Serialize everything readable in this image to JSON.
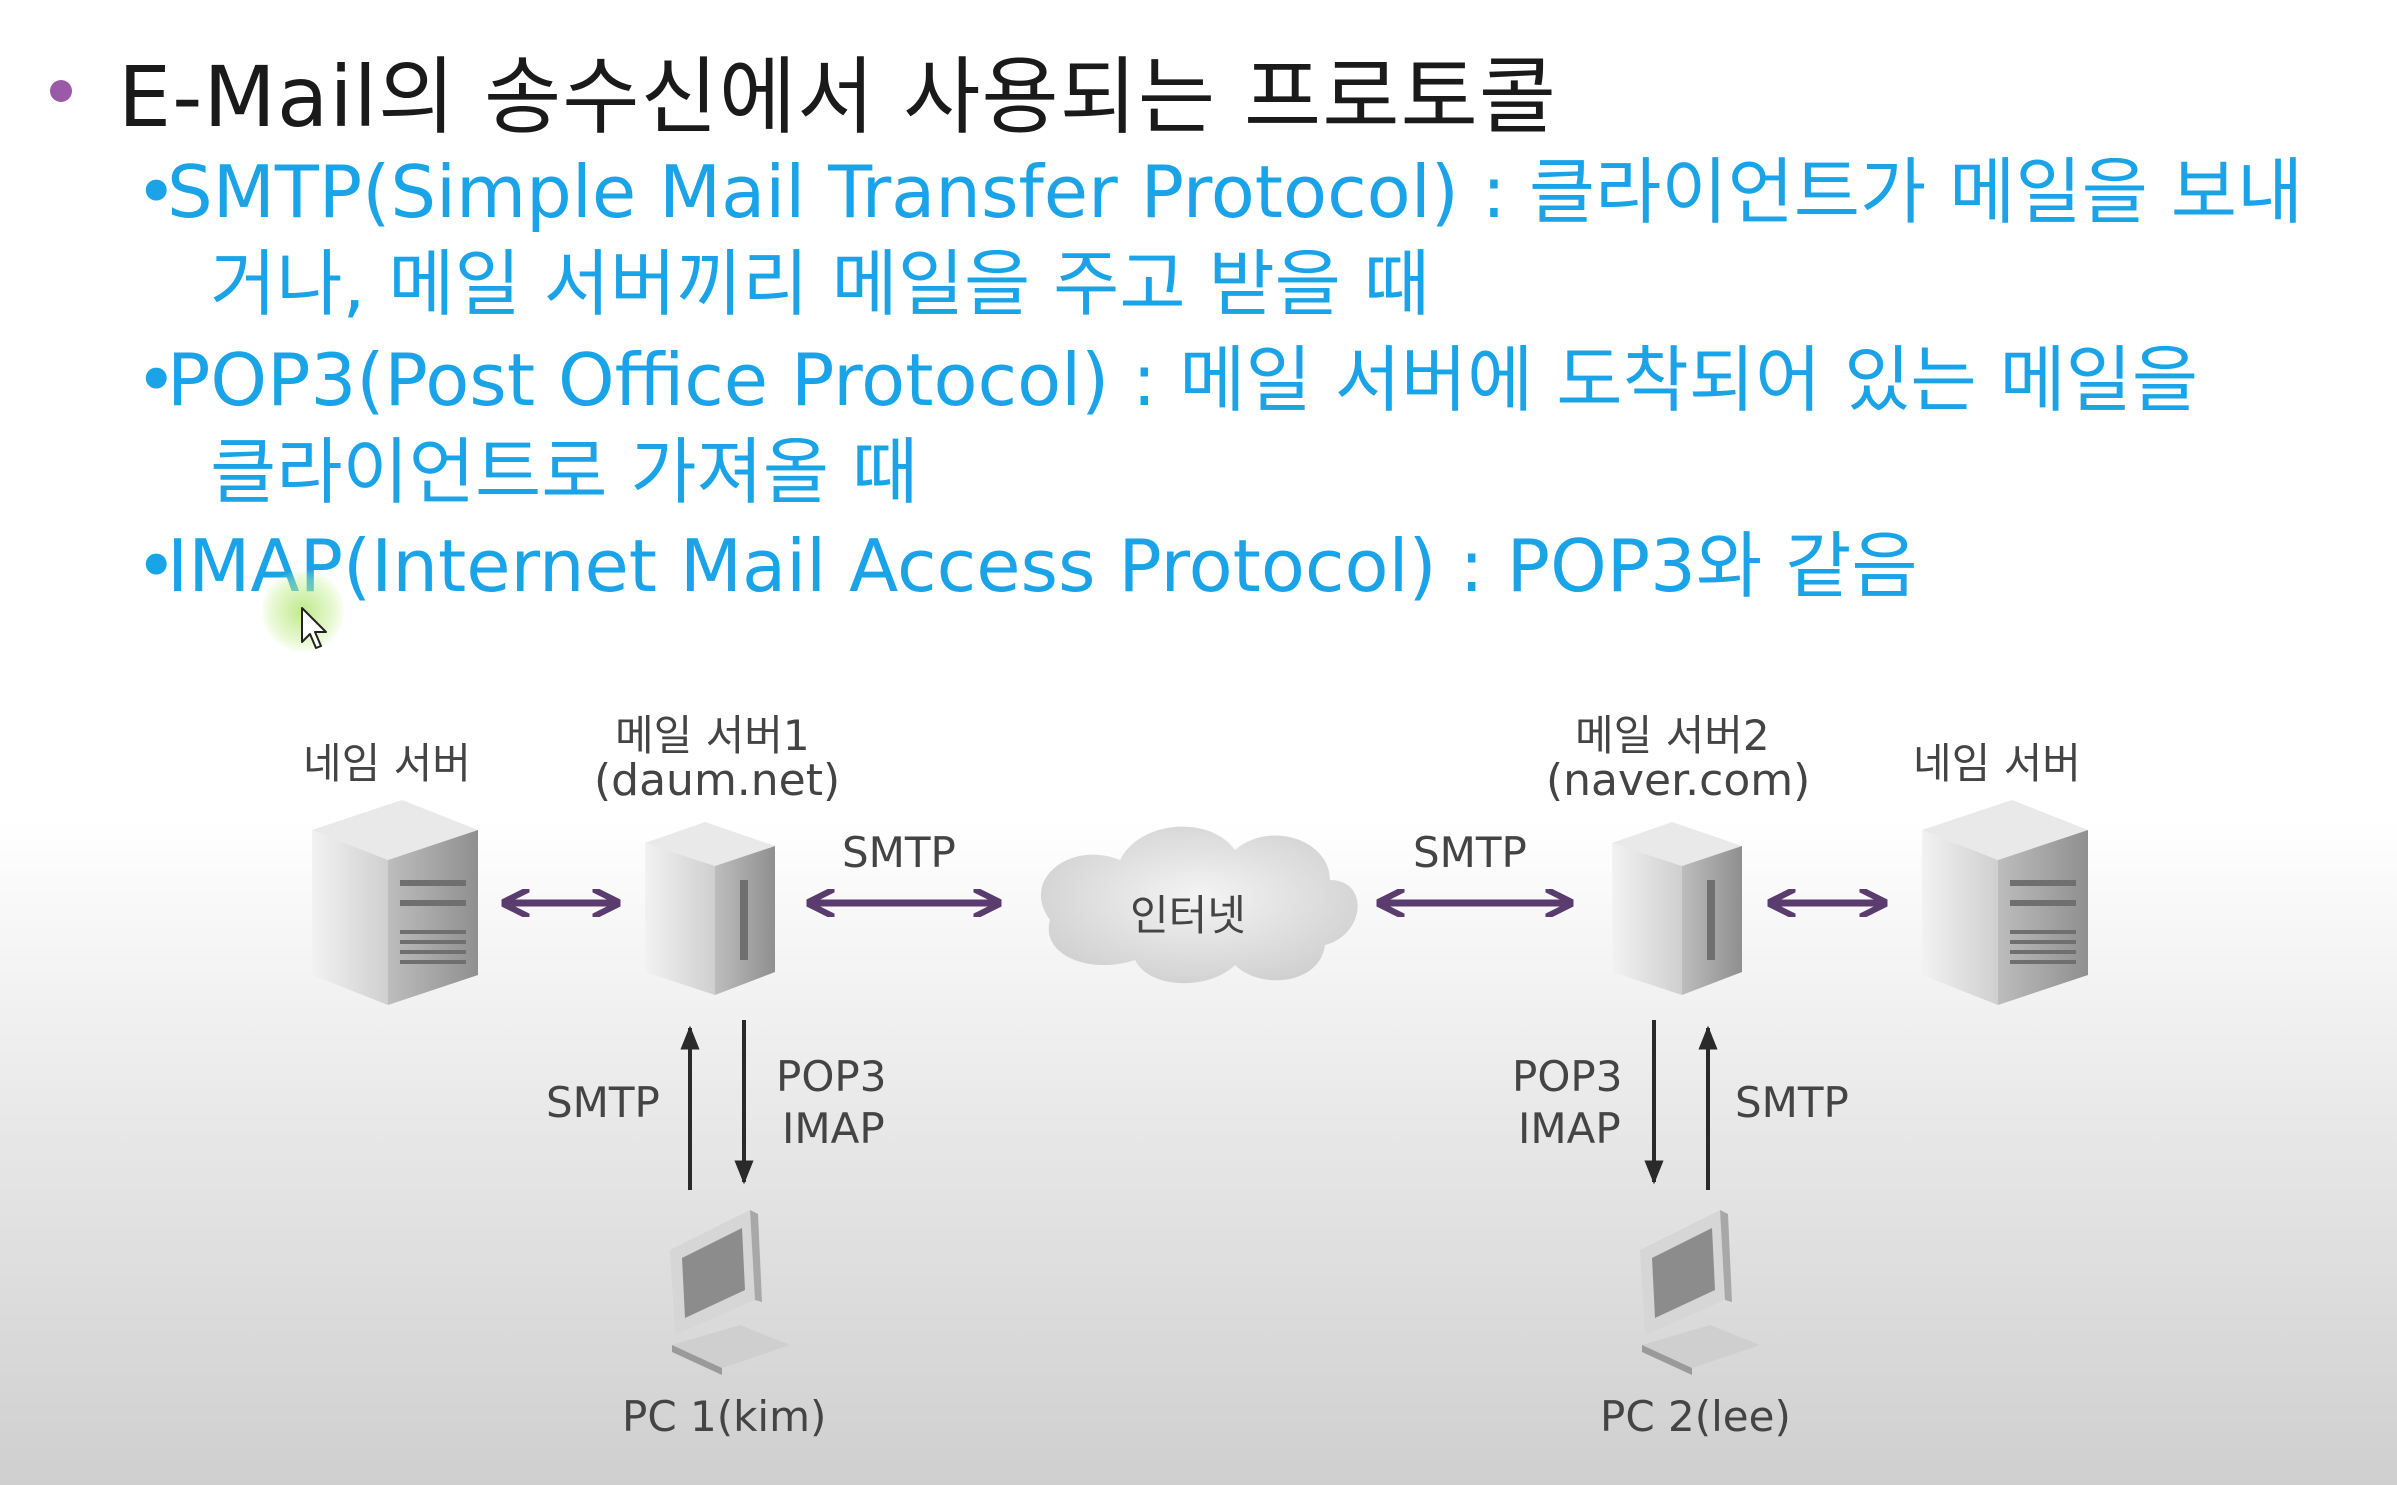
{
  "slide": {
    "title": "E-Mail의 송수신에서 사용되는 프로토콜",
    "items": [
      {
        "bullet": "•",
        "line1": "SMTP(Simple Mail Transfer Protocol) : 클라이언트가 메일을 보내",
        "line2": "거나, 메일 서버끼리 메일을 주고 받을 때"
      },
      {
        "bullet": "•",
        "line1": "POP3(Post Office Protocol) : 메일 서버에 도착되어 있는 메일을",
        "line2": "클라이언트로 가져올 때"
      },
      {
        "bullet": "•",
        "line1": "IMAP(Internet Mail Access Protocol) : POP3와 같음"
      }
    ]
  },
  "diagram": {
    "name_server_left": "네임 서버",
    "mail_server1_name": "메일 서버1",
    "mail_server1_domain": "(daum.net)",
    "internet": "인터넷",
    "mail_server2_name": "메일 서버2",
    "mail_server2_domain": "(naver.com)",
    "name_server_right": "네임 서버",
    "smtp_left": "SMTP",
    "smtp_right": "SMTP",
    "left_up": "SMTP",
    "left_down_1": "POP3",
    "left_down_2": "IMAP",
    "right_down_1": "POP3",
    "right_down_2": "IMAP",
    "right_up": "SMTP",
    "pc1": "PC 1(kim)",
    "pc2": "PC 2(lee)"
  },
  "colors": {
    "title_bullet": "#9b5aa8",
    "item_text": "#1aa3e6",
    "arrow_purple": "#5a3d6e"
  },
  "icons": [
    "server-icon",
    "cloud-icon",
    "computer-icon",
    "cursor-icon"
  ]
}
